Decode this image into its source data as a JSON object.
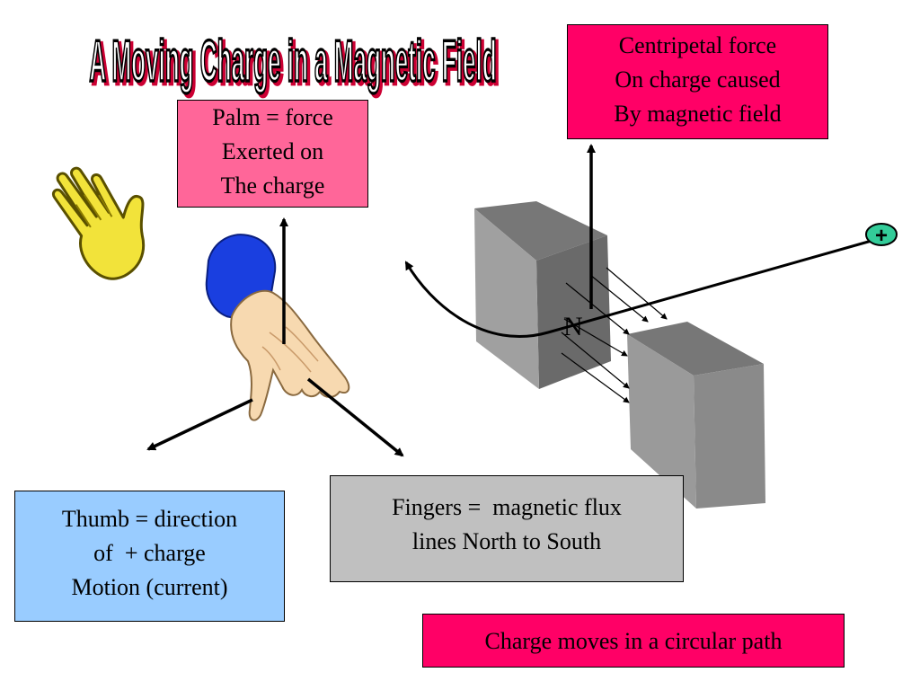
{
  "title": "A Moving Charge in a Magnetic Field",
  "labels": {
    "centripetal": [
      "Centripetal force",
      "On charge caused",
      "By magnetic field"
    ],
    "palm": [
      "Palm = force",
      "Exerted on",
      "The charge"
    ],
    "fingers": [
      "Fingers =  magnetic flux",
      "lines North to South"
    ],
    "thumb": [
      "Thumb = direction",
      "of  + charge",
      "Motion (current)"
    ],
    "circular_path": "Charge moves in a circular path",
    "north_pole": "N",
    "charge_sign": "+"
  },
  "colors": {
    "title_fill": "#ffffff",
    "title_stroke": "#000000",
    "title_shadow": "#cc0033",
    "centripetal_box": "#ff0066",
    "palm_box": "#ff6699",
    "fingers_box": "#c0c0c0",
    "thumb_box": "#99ccff",
    "circular_box": "#ff0066",
    "magnet_front": "#999999",
    "magnet_top": "#777777",
    "charge_fill": "#33cc99",
    "hand_skin": "#f7d9b0",
    "sleeve": "#1a3fe0",
    "clipart_hand": "#f2e33a"
  },
  "icons": [
    "right-hand-rule-hand",
    "waving-hand-clipart",
    "positive-charge-icon",
    "magnet-north-block",
    "magnet-south-block"
  ]
}
